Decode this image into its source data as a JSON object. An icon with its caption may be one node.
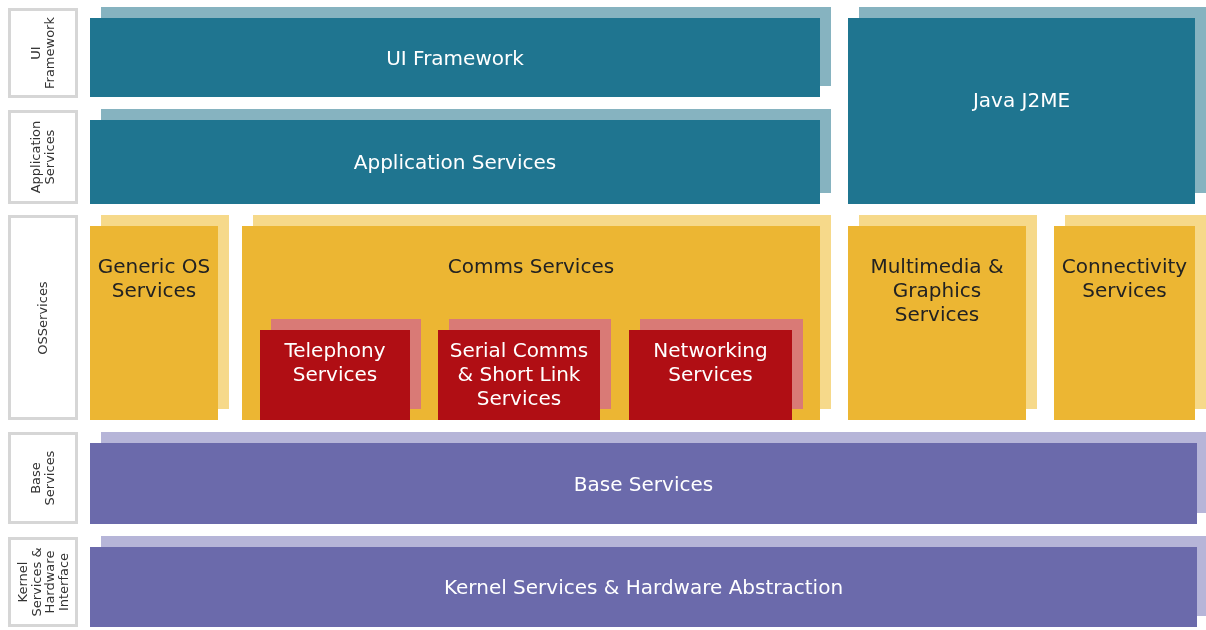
{
  "diagram": {
    "nodes": [
      {
        "text": [
          "UI Framework"
        ]
      },
      {
        "text": [
          "Application Services"
        ]
      },
      {
        "text": [
          "OSServices"
        ]
      },
      {
        "text": [
          "Base Services"
        ]
      },
      {
        "text": [
          "Kernel Services & Hardware Interface"
        ]
      },
      {
        "text": [
          "UI Framework"
        ]
      },
      {
        "text": [
          "Application Services"
        ]
      },
      {
        "text": [
          "Java J2ME"
        ]
      },
      {
        "text": [
          "Generic OS Services"
        ]
      },
      {
        "text": [
          "Comms Services"
        ]
      },
      {
        "text": [
          "Telephony Services"
        ],
        "in": 9
      },
      {
        "text": [
          "Serial Comms & Short Link Services"
        ],
        "in": 9
      },
      {
        "text": [
          "Networking Services"
        ],
        "in": 9
      },
      {
        "text": [
          "Multimedia & Graphics Services"
        ]
      },
      {
        "text": [
          "Connectivity Services"
        ]
      },
      {
        "text": [
          "Base Services"
        ]
      },
      {
        "text": [
          "Kernel Services & Hardware Abstraction"
        ]
      }
    ]
  }
}
